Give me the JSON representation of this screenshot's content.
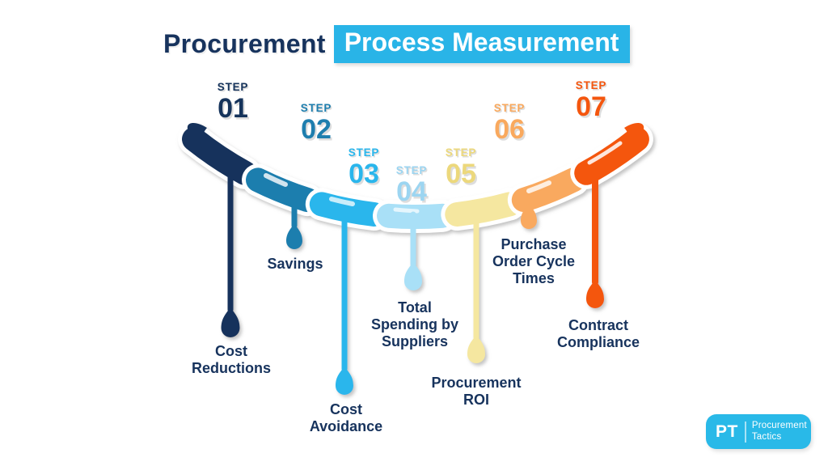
{
  "title": {
    "part1": "Procurement",
    "part2": "Process Measurement",
    "part1_color": "#17335d",
    "highlight_bg": "#29b4e7",
    "highlight_text_color": "#ffffff"
  },
  "label_color": "#17335d",
  "steps": [
    {
      "prefix": "STEP",
      "number": "01",
      "color": "#15335b",
      "number_color": "#15335b",
      "label": "Cost Reductions"
    },
    {
      "prefix": "STEP",
      "number": "02",
      "color": "#1e7eae",
      "number_color": "#1e7eae",
      "label": "Savings"
    },
    {
      "prefix": "STEP",
      "number": "03",
      "color": "#2ab6ec",
      "number_color": "#2ab6ec",
      "label": "Cost Avoidance"
    },
    {
      "prefix": "STEP",
      "number": "04",
      "color": "#a9e0f7",
      "number_color": "#9cd5f1",
      "label": "Total Spending by Suppliers"
    },
    {
      "prefix": "STEP",
      "number": "05",
      "color": "#f5e7a0",
      "number_color": "#ecd87c",
      "label": "Procurement ROI"
    },
    {
      "prefix": "STEP",
      "number": "06",
      "color": "#f9a95e",
      "number_color": "#f9a95e",
      "label": "Purchase Order Cycle Times"
    },
    {
      "prefix": "STEP",
      "number": "07",
      "color": "#f4560e",
      "number_color": "#f4560e",
      "label": "Contract Compliance"
    }
  ],
  "logo": {
    "abbr": "PT",
    "line1": "Procurement",
    "line2": "Tactics",
    "bg": "#29b9e8"
  }
}
